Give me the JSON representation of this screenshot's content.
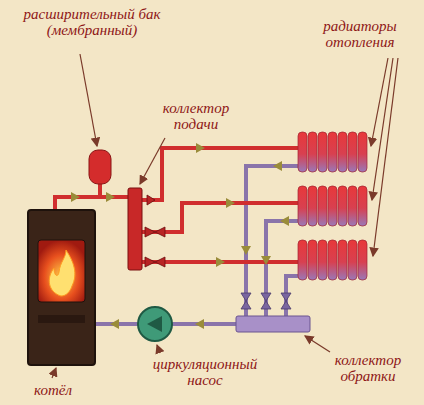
{
  "diagram": {
    "labels": [
      "расширительный бак (мембранный)",
      "коллектор подачи",
      "радиаторы отопления",
      "котёл",
      "циркуляционный насос",
      "коллектор обратки"
    ]
  }
}
